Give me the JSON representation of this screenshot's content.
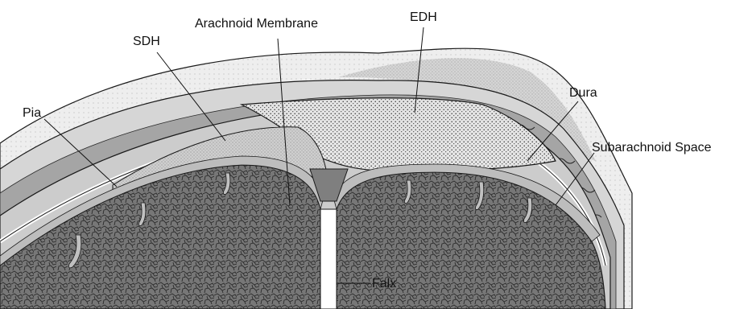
{
  "diagram": {
    "labels": {
      "arachnoid_membrane": "Arachnoid Membrane",
      "edh": "EDH",
      "sdh": "SDH",
      "pia": "Pia",
      "dura": "Dura",
      "subarachnoid_space": "Subarachnoid Space",
      "falx": "Falx"
    },
    "colors": {
      "scalp": "#ebebeb",
      "skull_table": "#d2d2d2",
      "diploe": "#9a9a9a",
      "hematoma_fill": "#e2e2e2",
      "brain_tissue": "#6e6e6e",
      "csf": "#c4c4c4",
      "membrane": "#ffffff",
      "outline": "#1a1a1a"
    }
  }
}
